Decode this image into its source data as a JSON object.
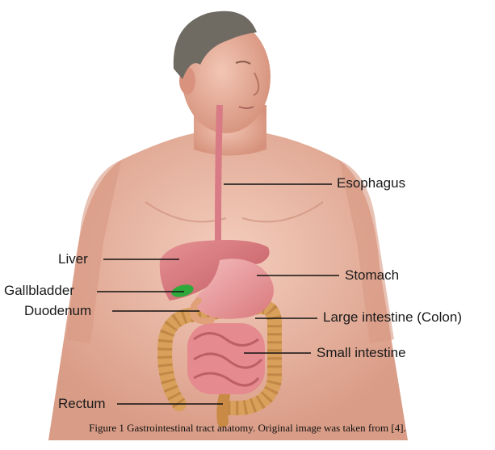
{
  "figure": {
    "labels": {
      "esophagus": "Esophagus",
      "liver": "Liver",
      "stomach": "Stomach",
      "gallbladder": "Gallbladder",
      "duodenum": "Duodenum",
      "large_intestine": "Large intestine (Colon)",
      "small_intestine": "Small intestine",
      "rectum": "Rectum"
    },
    "caption": "Figure 1 Gastrointestinal tract anatomy. Original image was taken from [4]."
  },
  "colors": {
    "skin": "#e9b7a3",
    "hair": "#6f6a62",
    "liver": "#d9787c",
    "stomach": "#e9a0a2",
    "gallbladder": "#2fa83c",
    "colon": "#d8a05a",
    "small_intestine": "#e58a8e",
    "leader_line": "#111111"
  }
}
